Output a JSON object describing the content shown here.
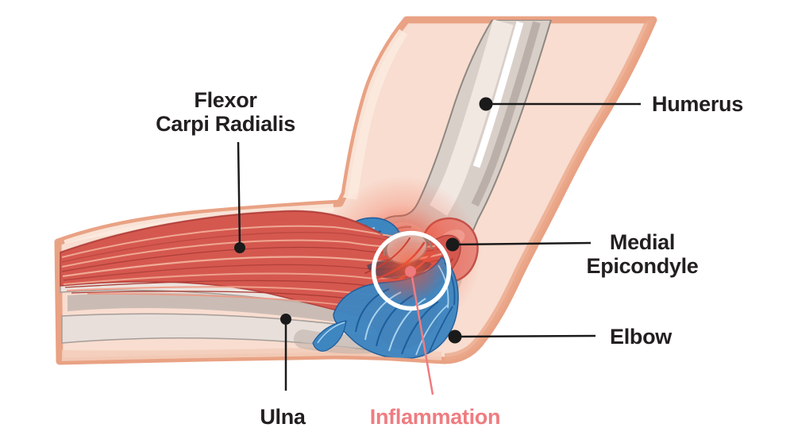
{
  "diagram": {
    "alt": "Medical illustration of an elbow joint with an inflamed area circled in white",
    "labels": {
      "flexor_carpi_radialis": "Flexor\nCarpi Radialis",
      "humerus": "Humerus",
      "medial_epicondyle": "Medial\nEpicondyle",
      "elbow": "Elbow",
      "ulna": "Ulna",
      "inflammation": "Inflammation"
    },
    "colors": {
      "label_text": "#231f20",
      "inflammation": "#ef7c80",
      "skin": "#f8ddd0",
      "skin_outline": "#e9a284",
      "muscle": "#d5584f",
      "ligament": "#3e86c0",
      "bone_light": "#ece3de",
      "bone_gray": "#c3b8b2",
      "glow": "#f0391f",
      "ring": "#ffffff",
      "background": "#ffffff"
    }
  }
}
